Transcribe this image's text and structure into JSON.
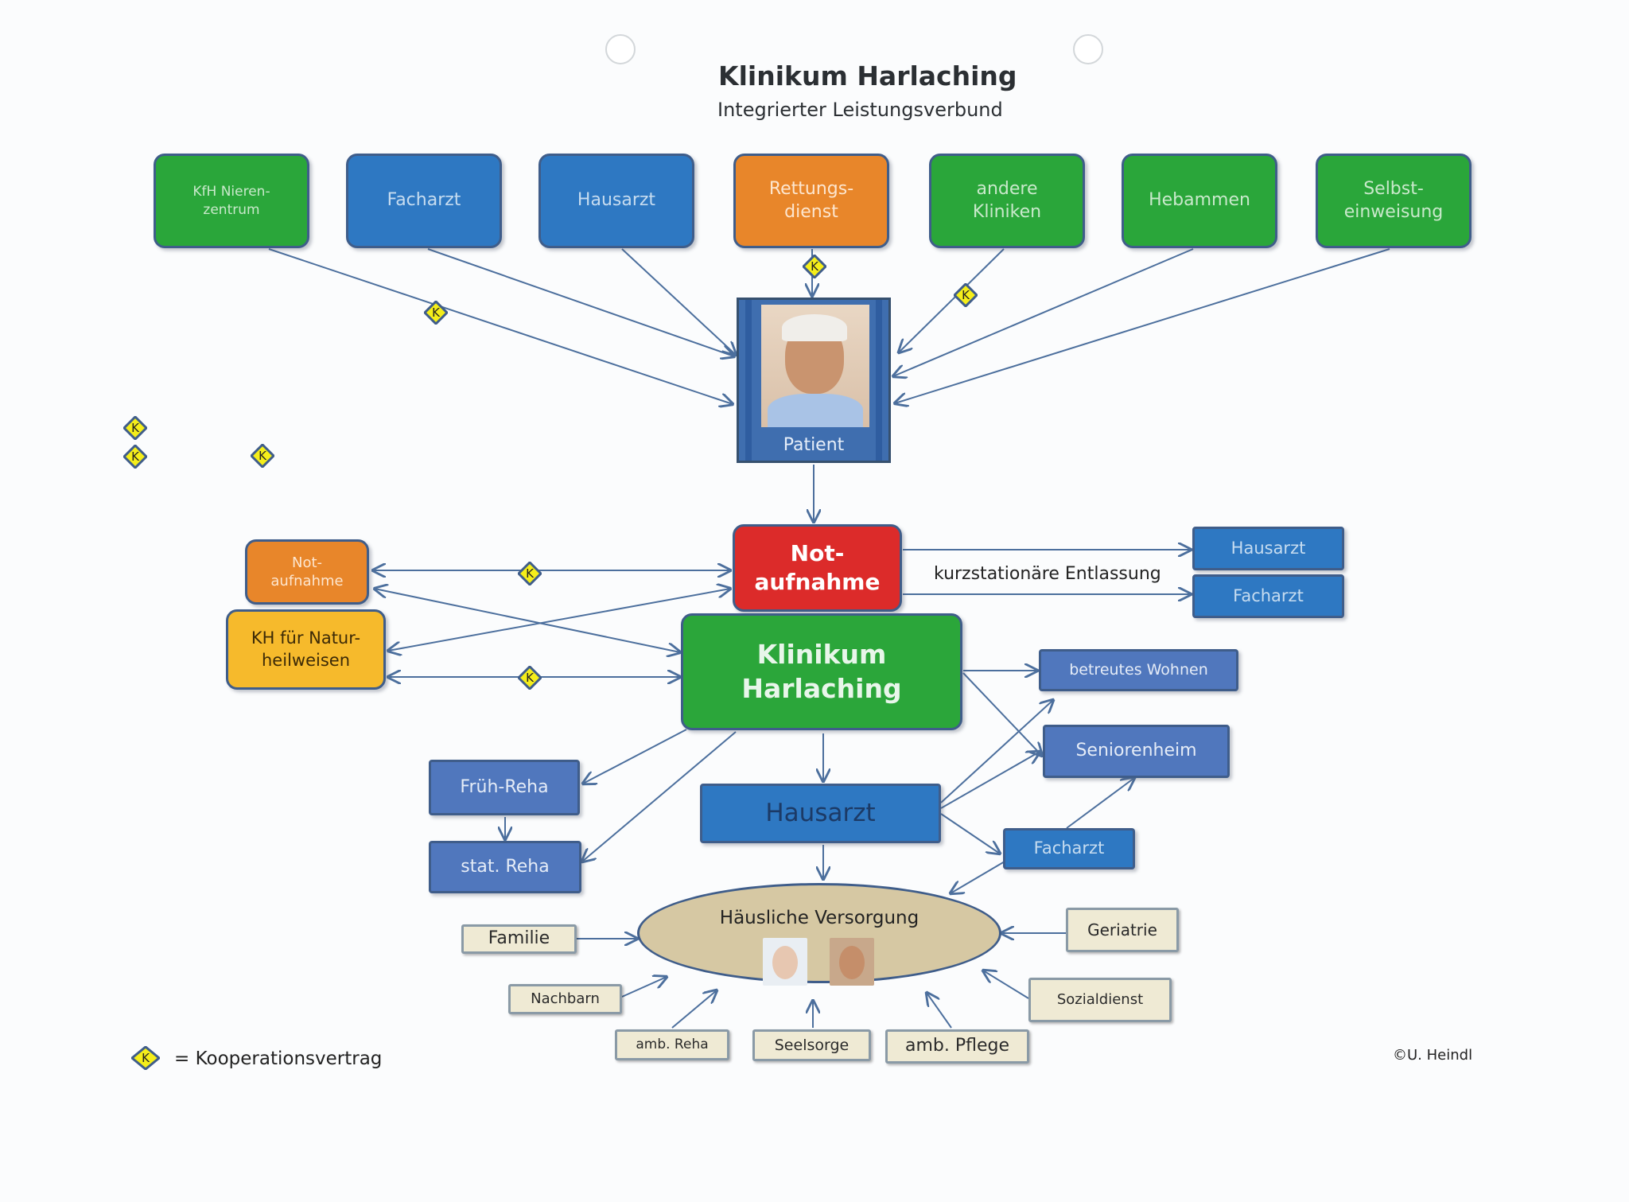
{
  "header": {
    "title": "Klinikum Harlaching",
    "subtitle": "Integrierter Leistungsverbund"
  },
  "sources": [
    {
      "label": "KfH Nieren-zentrum",
      "color": "green"
    },
    {
      "label": "Facharzt",
      "color": "blue"
    },
    {
      "label": "Hausarzt",
      "color": "blue"
    },
    {
      "label": "Rettungs- dienst",
      "color": "orange"
    },
    {
      "label": "andere Kliniken",
      "color": "green"
    },
    {
      "label": "Hebammen",
      "color": "green"
    },
    {
      "label": "Selbst- einweisung",
      "color": "green"
    }
  ],
  "patient": {
    "label": "Patient"
  },
  "notaufnahme_main": {
    "label": "Not- aufnahme"
  },
  "klinikum": {
    "label": "Klinikum Harlaching"
  },
  "left": {
    "notaufnahme": "Not- aufnahme",
    "kh_natur": "KH für Natur- heilweisen"
  },
  "discharge": {
    "label": "kurzstationäre Entlassung",
    "hausarzt": "Hausarzt",
    "facharzt": "Facharzt"
  },
  "right": {
    "betreutes_wohnen": "betreutes  Wohnen",
    "seniorenheim": "Seniorenheim",
    "facharzt": "Facharzt"
  },
  "reha": {
    "frueh": "Früh-Reha",
    "stat": "stat. Reha"
  },
  "hausarzt_center": "Hausarzt",
  "home_care": {
    "label": "Häusliche  Versorgung",
    "supports": {
      "familie": "Familie",
      "nachbarn": "Nachbarn",
      "amb_reha": "amb. Reha",
      "seelsorge": "Seelsorge",
      "amb_pflege": "amb. Pflege",
      "sozialdienst": "Sozialdienst",
      "geriatrie": "Geriatrie"
    }
  },
  "marker": {
    "letter": "K"
  },
  "legend": {
    "text": "= Kooperationsvertrag"
  },
  "copyright": "©U. Heindl",
  "colors": {
    "green": "#2aa63a",
    "blue": "#2e78c2",
    "orange": "#e8862a",
    "red": "#dc2b2a",
    "yellow": "#f6ba2c",
    "light_blue": "#5077bd",
    "beige": "#efead4",
    "oval": "#d6c8a3",
    "marker_fill": "#f5ee1a",
    "marker_border": "#3f5d8a",
    "arrow": "#4c6f9d"
  }
}
